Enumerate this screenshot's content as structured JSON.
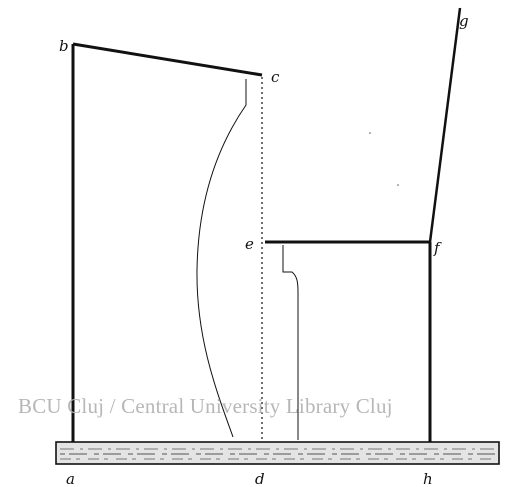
{
  "figure": {
    "labels": {
      "a": "a",
      "b": "b",
      "c": "c",
      "d": "d",
      "e": "e",
      "f": "f",
      "g": "g",
      "h": "h"
    },
    "watermark": "BCU Cluj / Central University Library Cluj"
  },
  "colors": {
    "background": "#ffffff",
    "ink": "#111111",
    "watermark": "#b7b7b7",
    "base_fill": "#e4e4e4"
  }
}
